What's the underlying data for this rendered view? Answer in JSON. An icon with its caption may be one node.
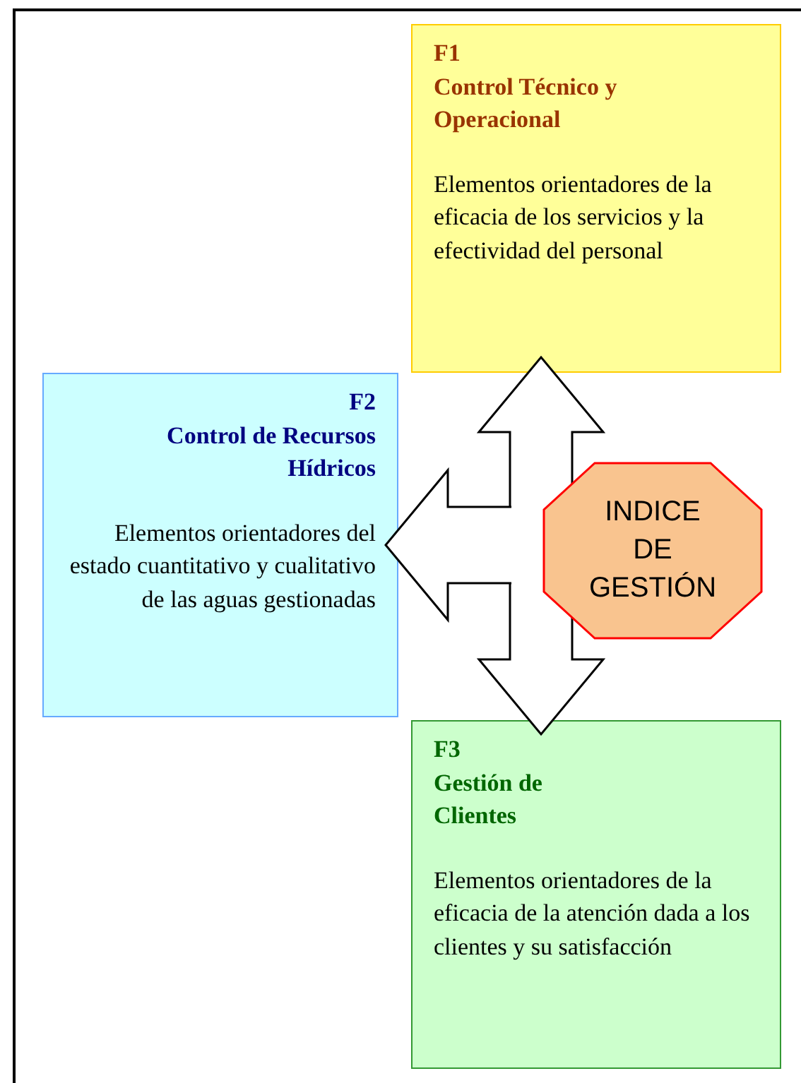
{
  "diagram": {
    "nodes": [
      {
        "text": [
          "F1",
          "Control Técnico y Operacional",
          "Elementos orientadores de la eficacia de los servicios y la efectividad del personal"
        ]
      },
      {
        "text": [
          "F2",
          "Control de Recursos Hídricos",
          "Elementos orientadores del estado cuantitativo y cualitativo de las aguas gestionadas"
        ]
      },
      {
        "text": [
          "F3",
          "Gestión de Clientes",
          "Elementos orientadores de la eficacia de la atención dada a los clientes y su satisfacción"
        ]
      },
      {
        "text": [
          "INDICE DE GESTIÓN"
        ]
      }
    ],
    "edges": [
      {
        "from": 0,
        "to": 2,
        "arrow": "both"
      },
      {
        "from": null,
        "to": 1,
        "arrow": "to"
      }
    ]
  }
}
